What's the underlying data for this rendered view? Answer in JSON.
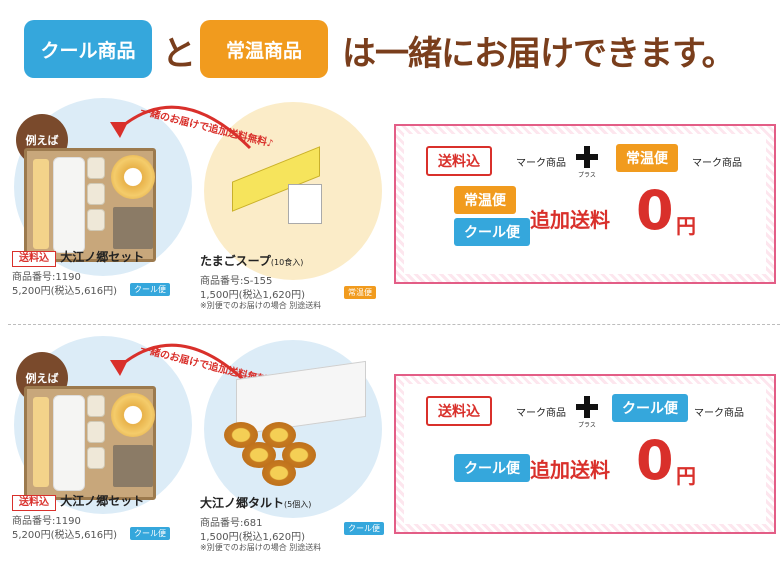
{
  "headline": {
    "cool_pill": "クール商品",
    "connector": "と",
    "warm_pill": "常温商品",
    "rest": "は一緒にお届けできます。"
  },
  "rows": [
    {
      "example_label": "例えば",
      "arrow_text": "一緒のお届けで追加送料無料♪",
      "main": {
        "badge": "送料込",
        "name": "大江ノ郷セット",
        "code": "商品番号:1190",
        "price": "5,200円(税込5,616円)",
        "ship_badge": "クール便"
      },
      "second": {
        "name": "たまごスープ",
        "qty": "(10食入)",
        "code": "商品番号:S-155",
        "price": "1,500円(税込1,620円)",
        "note": "※別便でのお届けの場合 別途送料",
        "ship_badge": "常温便"
      },
      "info": {
        "tag_left": "送料込",
        "mark1": "マーク商品",
        "plus_ruby": "プラス",
        "tag_right": "常温便",
        "mark2": "マーク商品",
        "stack_top": "常温便",
        "stack_bottom": "クール便",
        "extra": "追加送料",
        "zero": "0",
        "yen": "円"
      }
    },
    {
      "example_label": "例えば",
      "arrow_text": "一緒のお届けで追加送料無料♪",
      "main": {
        "badge": "送料込",
        "name": "大江ノ郷セット",
        "code": "商品番号:1190",
        "price": "5,200円(税込5,616円)",
        "ship_badge": "クール便"
      },
      "second": {
        "name": "大江ノ郷タルト",
        "qty": "(5個入)",
        "code": "商品番号:681",
        "price": "1,500円(税込1,620円)",
        "note": "※別便でのお届けの場合 別途送料",
        "ship_badge": "クール便"
      },
      "info": {
        "tag_left": "送料込",
        "mark1": "マーク商品",
        "plus_ruby": "プラス",
        "tag_right": "クール便",
        "mark2": "マーク商品",
        "single": "クール便",
        "extra": "追加送料",
        "zero": "0",
        "yen": "円"
      }
    }
  ],
  "colors": {
    "cool": "#35a7dc",
    "warm": "#f19b1e",
    "red": "#d9302b",
    "headline_brown": "#7a3e1c",
    "pink_border": "#e35d86"
  }
}
